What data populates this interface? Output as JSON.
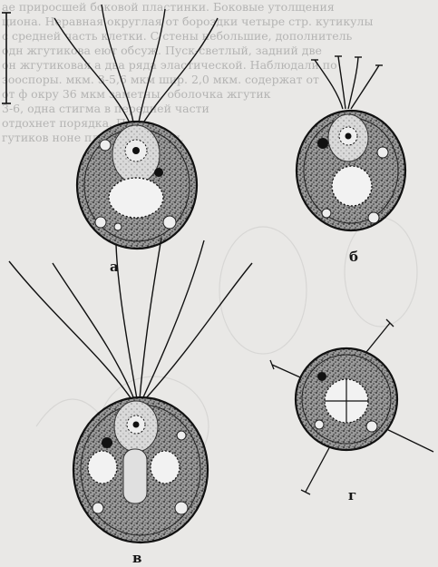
{
  "figure": {
    "panels": [
      {
        "id": "a",
        "label": "а"
      },
      {
        "id": "b",
        "label": "б"
      },
      {
        "id": "v",
        "label": "в"
      },
      {
        "id": "g",
        "label": "г"
      }
    ],
    "bleed_text": [
      "ае приросшей боковой пластинки. Боковые утолщения",
      "циона. Неравная округлая от бороздки четыре стр. кутикулы",
      "с средней часть клетки. С стены небольшие, дополнитель",
      "одн жгутикова еют обсуж. Пуск-светлый, задний две",
      "он жгутиковая а два ряда эластической. Наблюдали по",
      "зооспоры. мкм. 3-5,6 мкм шир. 2,0 мкм. содержат от",
      "от ф окру 36 мкм заметны. оболочка жгутик",
      "3-6, одна стигма в передней части",
      "отдохнет порядка. П",
      "гутиков ноне плодной клетки."
    ]
  }
}
